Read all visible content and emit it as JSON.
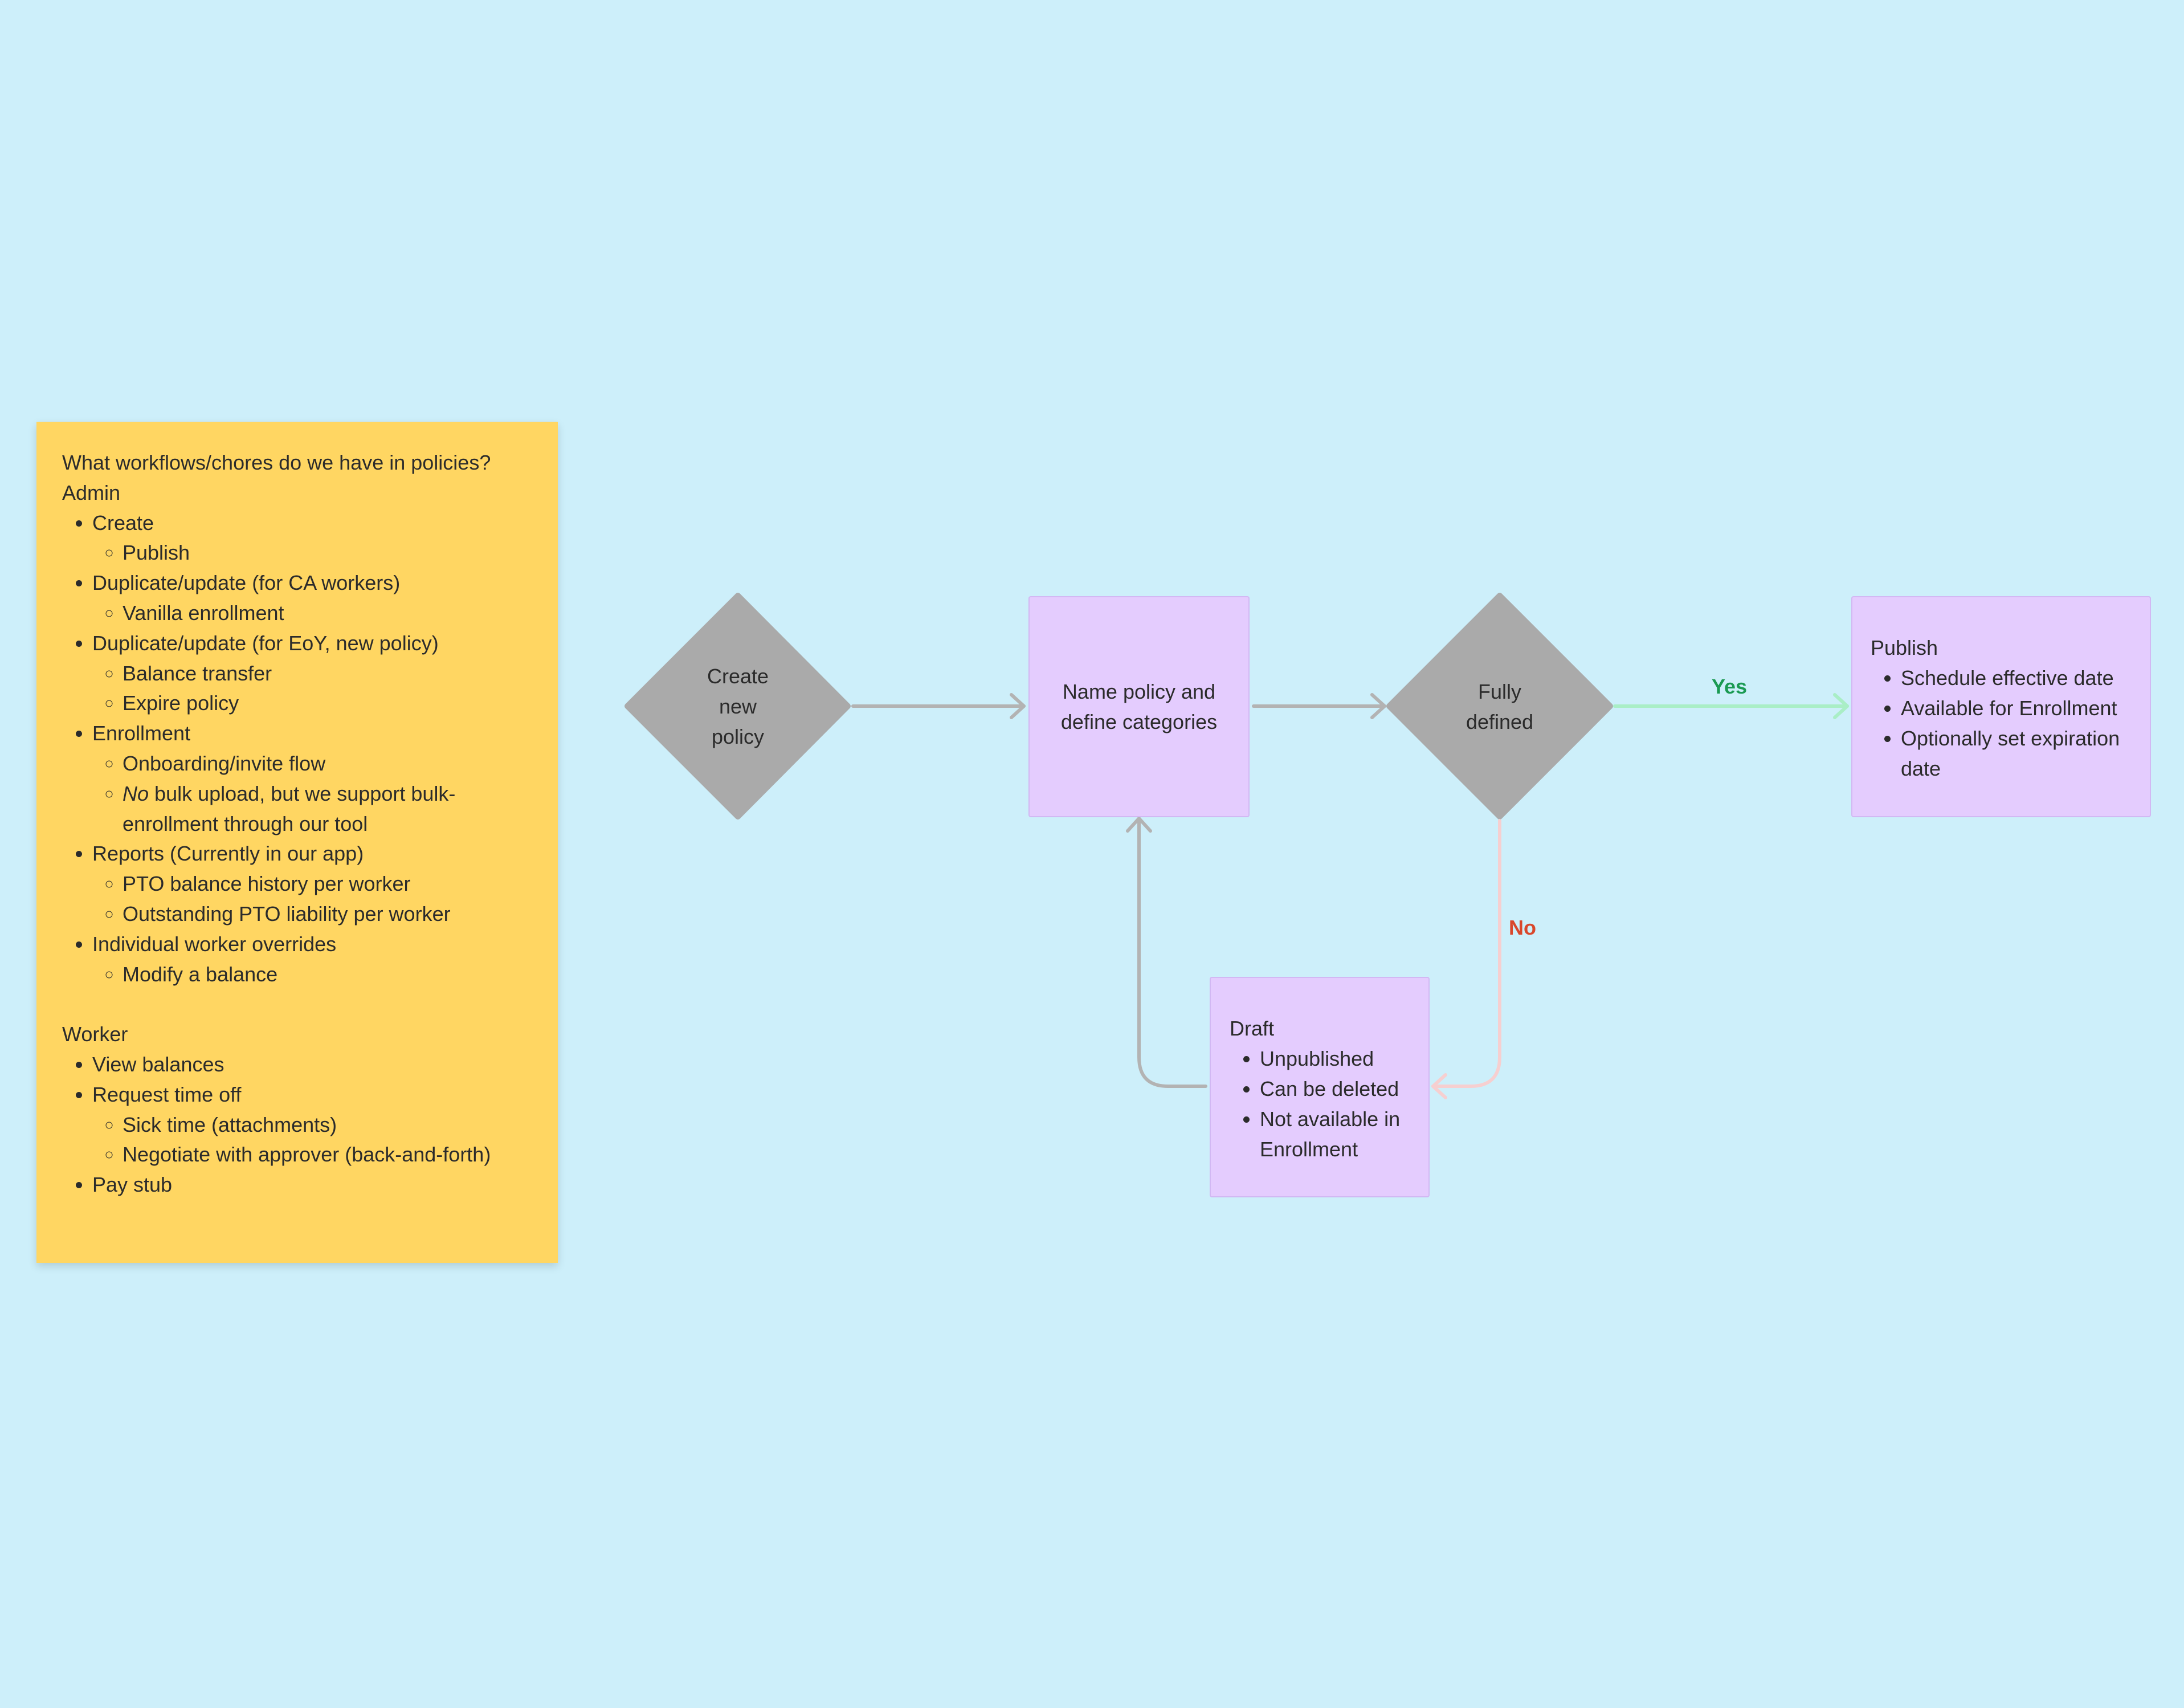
{
  "sticky_note": {
    "title": "What workflows/chores do we have in policies?",
    "admin": {
      "heading": "Admin",
      "items": [
        {
          "label": "Create",
          "children": [
            "Publish"
          ]
        },
        {
          "label": "Duplicate/update (for CA workers)",
          "children": [
            "Vanilla enrollment"
          ]
        },
        {
          "label": "Duplicate/update (for EoY, new policy)",
          "children": [
            "Balance transfer",
            "Expire policy"
          ]
        },
        {
          "label": "Enrollment",
          "children": [
            "Onboarding/invite flow",
            "bulk upload, but we support bulk-enrollment through our tool"
          ],
          "emphasis": "No"
        },
        {
          "label": "Reports (Currently in our app)",
          "children": [
            "PTO balance history per worker",
            "Outstanding PTO liability per worker"
          ]
        },
        {
          "label": "Individual worker overrides",
          "children": [
            "Modify a balance"
          ]
        }
      ]
    },
    "worker": {
      "heading": "Worker",
      "items": [
        {
          "label": "View balances"
        },
        {
          "label": "Request time off",
          "children": [
            "Sick time (attachments)",
            "Negotiate with approver (back-and-forth)"
          ]
        },
        {
          "label": "Pay stub"
        }
      ]
    }
  },
  "flowchart": {
    "nodes": {
      "create": {
        "type": "decision",
        "lines": [
          "Create",
          "new",
          "policy"
        ]
      },
      "name": {
        "type": "process",
        "lines": [
          "Name policy and",
          "define categories"
        ]
      },
      "fully_defined": {
        "type": "decision",
        "lines": [
          "Fully",
          "defined"
        ]
      },
      "publish": {
        "type": "process",
        "title": "Publish",
        "bullets": [
          "Schedule effective date",
          "Available for Enrollment",
          "Optionally set expiration date"
        ]
      },
      "draft": {
        "type": "process",
        "title": "Draft",
        "bullets": [
          "Unpublished",
          "Can be deleted",
          "Not available in Enrollment"
        ]
      }
    },
    "edges": {
      "yes_label": "Yes",
      "no_label": "No"
    }
  },
  "colors": {
    "background": "#cdeffa",
    "sticky": "#ffd662",
    "diamond": "#aaaaaa",
    "process_box": "#e4ccfe",
    "connector": "#b3b3b3",
    "yes_connector": "#a9eec6",
    "no_connector": "#f6cfd0",
    "yes_text": "#1a9a52",
    "no_text": "#d9472b"
  }
}
